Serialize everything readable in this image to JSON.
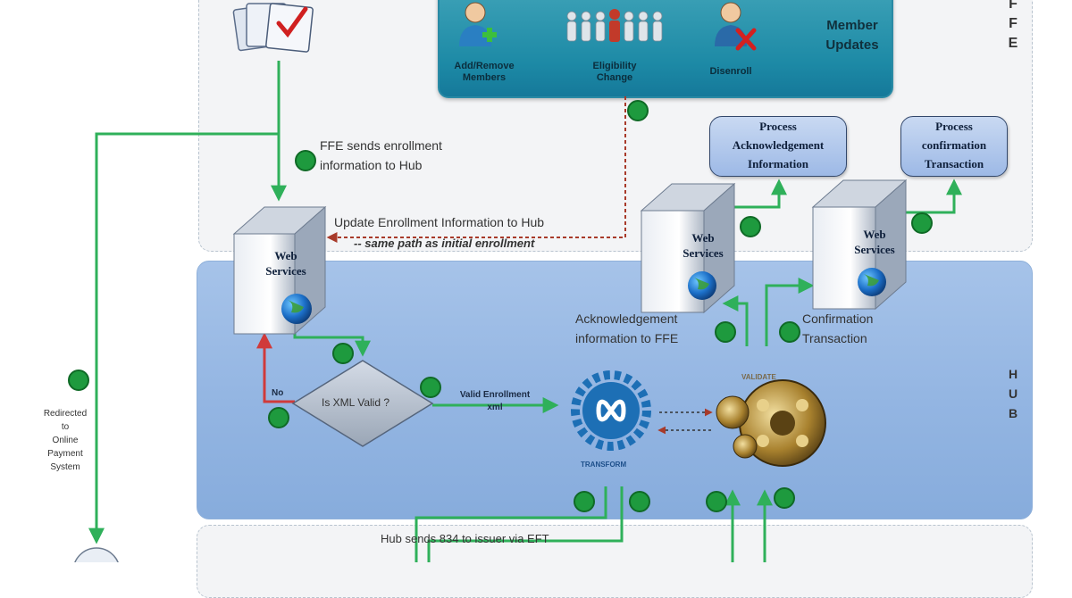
{
  "zones": {
    "ffe_letters": [
      "F",
      "F",
      "E"
    ],
    "hub_letters": [
      "H",
      "U",
      "B"
    ]
  },
  "member_updates": {
    "title_line1": "Member",
    "title_line2": "Updates",
    "add_remove_line1": "Add/Remove",
    "add_remove_line2": "Members",
    "eligibility_line1": "Eligibility",
    "eligibility_line2": "Change",
    "disenroll": "Disenroll"
  },
  "process_ack": {
    "line1": "Process",
    "line2": "Acknowledgement",
    "line3": "Information"
  },
  "process_conf": {
    "line1": "Process",
    "line2": "confirmation",
    "line3": "Transaction"
  },
  "web_services": {
    "line1": "Web",
    "line2": "Services"
  },
  "labels": {
    "ffe_sends_line1": "FFE sends enrollment",
    "ffe_sends_line2": "information to Hub",
    "update_enrollment": "Update Enrollment Information to Hub",
    "same_path": "-- same path as initial enrollment",
    "ack_info_line1": "Acknowledgement",
    "ack_info_line2": "information to FFE",
    "confirmation_line1": "Confirmation",
    "confirmation_line2": "Transaction",
    "is_xml_valid": "Is XML Valid ?",
    "no": "No",
    "valid_enrollment_line1": "Valid Enrollment",
    "valid_enrollment_line2": "xml",
    "validate": "VALIDATE",
    "transform": "TRANSFORM",
    "hub_sends_834": "Hub sends 834 to issuer via EFT",
    "redirected_line1": "Redirected",
    "redirected_line2": "to",
    "redirected_line3": "Online",
    "redirected_line4": "Payment",
    "redirected_line5": "System"
  },
  "colors": {
    "flow_green": "#2fb05a",
    "error_red": "#d03a3a",
    "dashed_red": "#a83a2a",
    "hub_blue": "#93b5e2",
    "member_teal": "#1d8aa6"
  }
}
